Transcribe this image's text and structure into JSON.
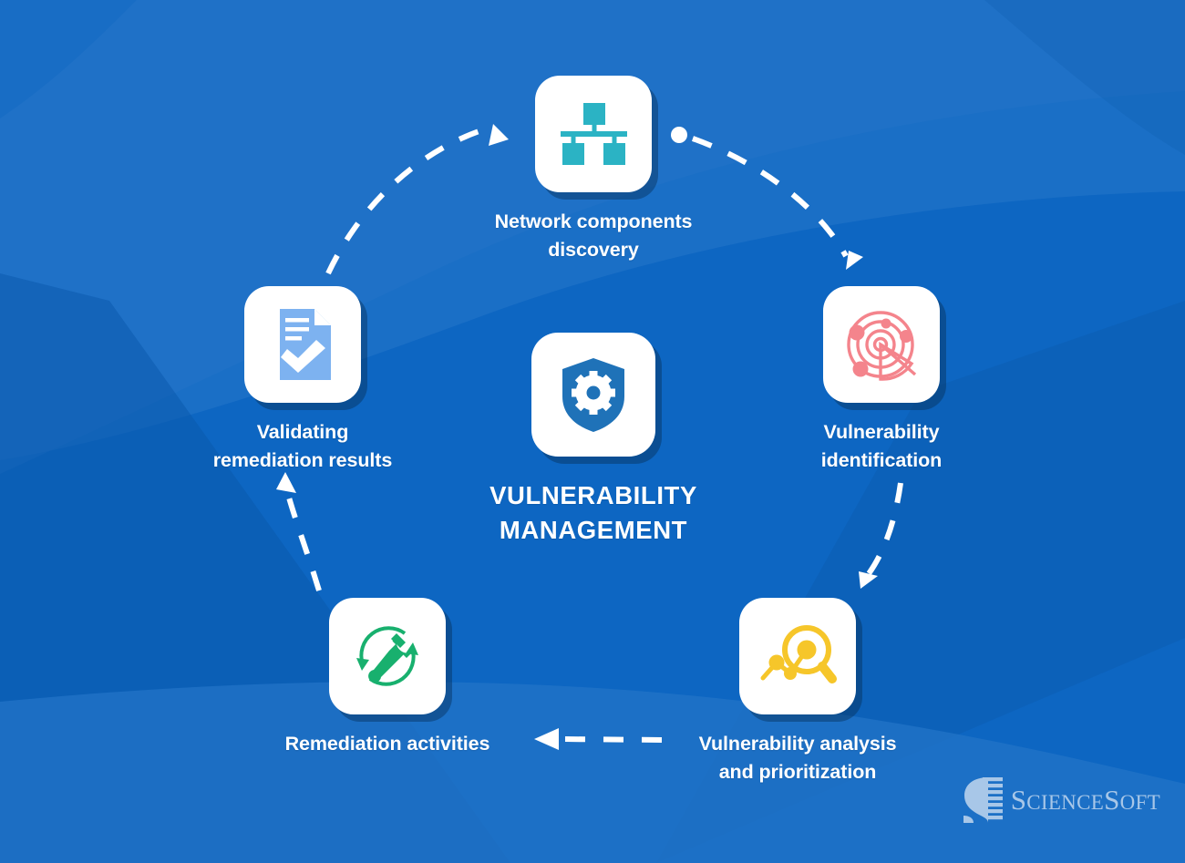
{
  "diagram": {
    "title": "VULNERABILITY\nMANAGEMENT",
    "center_icon": "shield-gear-icon",
    "background_color": "#0d66c2",
    "accent_colors": {
      "base_blue": "#0d66c2",
      "light_blue_wave": "#2374c8",
      "dark_blue_wave": "#0b5aad",
      "card_white": "#ffffff",
      "shadow_navy": "#0a3b6b",
      "network_teal": "#2bb3c4",
      "radar_pink": "#f4848c",
      "analysis_yellow": "#f6c62a",
      "remediation_green": "#18b06e",
      "validating_blue": "#7db2f0",
      "center_shield_blue": "#1f72b8",
      "logo_blue": "#a8c7e8"
    },
    "nodes": [
      {
        "id": "network",
        "label": "Network components\ndiscovery",
        "icon": "network-topology-icon"
      },
      {
        "id": "identify",
        "label": "Vulnerability\nidentification",
        "icon": "radar-scan-icon"
      },
      {
        "id": "analysis",
        "label": "Vulnerability analysis\nand prioritization",
        "icon": "magnifier-chart-icon"
      },
      {
        "id": "remediation",
        "label": "Remediation activities",
        "icon": "wrench-refresh-icon"
      },
      {
        "id": "validating",
        "label": "Validating\nremediation results",
        "icon": "document-check-icon"
      }
    ],
    "connectors": [
      {
        "from": "validating",
        "to": "network",
        "style": "dashed-arc",
        "arrowhead": "triangle"
      },
      {
        "from": "network",
        "to": "identify",
        "style": "dashed-arc",
        "arrowhead": "triangle",
        "start_marker": "dot"
      },
      {
        "from": "identify",
        "to": "analysis",
        "style": "dashed-arc",
        "arrowhead": "triangle"
      },
      {
        "from": "analysis",
        "to": "remediation",
        "style": "dashed-line",
        "arrowhead": "triangle"
      },
      {
        "from": "remediation",
        "to": "validating",
        "style": "dashed-arc",
        "arrowhead": "triangle"
      }
    ]
  },
  "logo": {
    "name": "ScienceSoft",
    "text_big": "S",
    "text_small_1": "CIENCE",
    "text_big_2": "S",
    "text_small_2": "OFT"
  }
}
